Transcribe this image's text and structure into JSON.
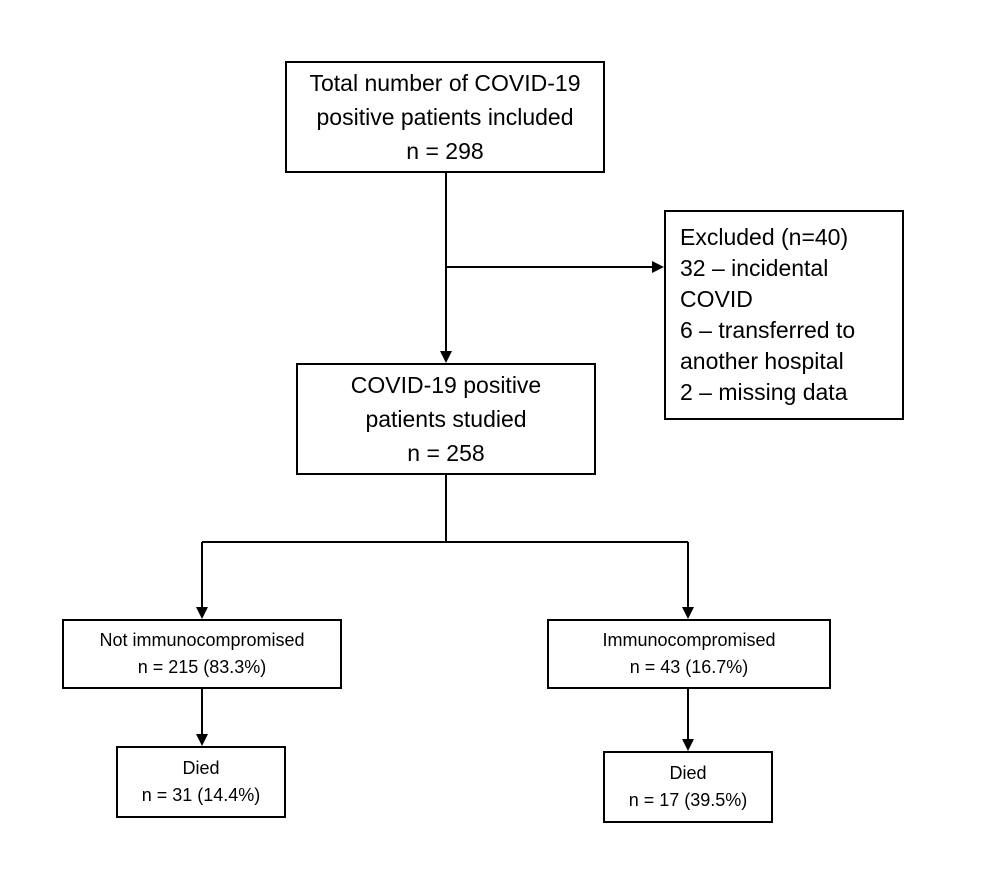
{
  "flowchart": {
    "total_box": {
      "lines": [
        "Total number of COVID-19",
        "positive patients included",
        "n = 298"
      ]
    },
    "excluded_box": {
      "lines": [
        "Excluded (n=40)",
        "32 – incidental",
        "COVID",
        "6 – transferred to",
        "another hospital",
        "2 – missing data"
      ]
    },
    "studied_box": {
      "lines": [
        "COVID-19 positive",
        "patients studied",
        "n = 258"
      ]
    },
    "not_immunocompromised_box": {
      "lines": [
        "Not immunocompromised",
        "n = 215 (83.3%)"
      ]
    },
    "immunocompromised_box": {
      "lines": [
        "Immunocompromised",
        "n = 43 (16.7%)"
      ]
    },
    "died_left_box": {
      "lines": [
        "Died",
        "n = 31 (14.4%)"
      ]
    },
    "died_right_box": {
      "lines": [
        "Died",
        "n = 17 (39.5%)"
      ]
    }
  },
  "colors": {
    "stroke": "#000000",
    "background": "#ffffff"
  }
}
